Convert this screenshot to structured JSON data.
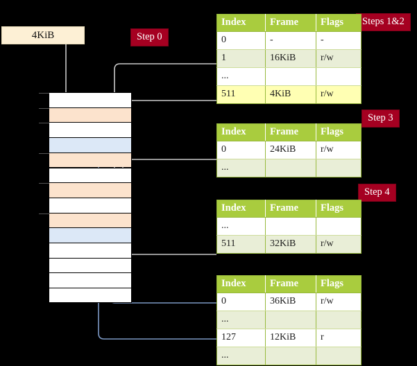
{
  "diagram": {
    "title": "page-table-walk",
    "source_box": {
      "label": "4KiB"
    },
    "badges": [
      {
        "name": "step-0",
        "label": "Step 0"
      },
      {
        "name": "steps-1-2",
        "label": "Steps 1&2"
      },
      {
        "name": "step-3",
        "label": "Step 3"
      },
      {
        "name": "step-4",
        "label": "Step 4"
      }
    ],
    "colors": {
      "badge_bg": "#a50021",
      "badge_text": "#ffffff",
      "table_header_bg": "#a9cc3e",
      "table_header_text": "#ffffff",
      "table_border": "#97b93c",
      "row_alt_bg": "#e9eed7",
      "row_highlight_bg": "#ffffb3",
      "source_box_bg": "#fdf0d5",
      "memory_frame_peach": "#fce3cd",
      "memory_frame_blue": "#dce8f7",
      "memory_border": "#000000",
      "wire_grey": "#bdbdbd",
      "wire_blue": "#7c99c4",
      "background": "#000000"
    },
    "columns": [
      "Index",
      "Frame",
      "Flags"
    ],
    "tables": [
      {
        "name": "page-table-level-1",
        "rows": [
          {
            "index": "0",
            "frame": "-",
            "flags": "-",
            "style": "odd"
          },
          {
            "index": "1",
            "frame": "16KiB",
            "flags": "r/w",
            "style": "even"
          },
          {
            "index": "...",
            "frame": "",
            "flags": "",
            "style": "odd"
          },
          {
            "index": "511",
            "frame": "4KiB",
            "flags": "r/w",
            "style": "hl"
          }
        ]
      },
      {
        "name": "page-table-level-2",
        "rows": [
          {
            "index": "0",
            "frame": "24KiB",
            "flags": "r/w",
            "style": "odd"
          },
          {
            "index": "...",
            "frame": "",
            "flags": "",
            "style": "even"
          }
        ]
      },
      {
        "name": "page-table-level-3",
        "rows": [
          {
            "index": "...",
            "frame": "",
            "flags": "",
            "style": "odd"
          },
          {
            "index": "511",
            "frame": "32KiB",
            "flags": "r/w",
            "style": "even"
          }
        ]
      },
      {
        "name": "page-table-level-4",
        "rows": [
          {
            "index": "0",
            "frame": "36KiB",
            "flags": "r/w",
            "style": "odd"
          },
          {
            "index": "...",
            "frame": "",
            "flags": "",
            "style": "even"
          },
          {
            "index": "127",
            "frame": "12KiB",
            "flags": "r",
            "style": "odd"
          },
          {
            "index": "...",
            "frame": "",
            "flags": "",
            "style": "even"
          }
        ]
      }
    ],
    "memory_column": {
      "name": "physical-memory-column",
      "frames": [
        {
          "fill": "white"
        },
        {
          "fill": "peach"
        },
        {
          "fill": "white"
        },
        {
          "fill": "blue"
        },
        {
          "fill": "peach"
        },
        {
          "fill": "white"
        },
        {
          "fill": "peach"
        },
        {
          "fill": "white"
        },
        {
          "fill": "peach"
        },
        {
          "fill": "blue"
        },
        {
          "fill": "white"
        },
        {
          "fill": "white"
        },
        {
          "fill": "white"
        },
        {
          "fill": "white"
        }
      ]
    }
  }
}
